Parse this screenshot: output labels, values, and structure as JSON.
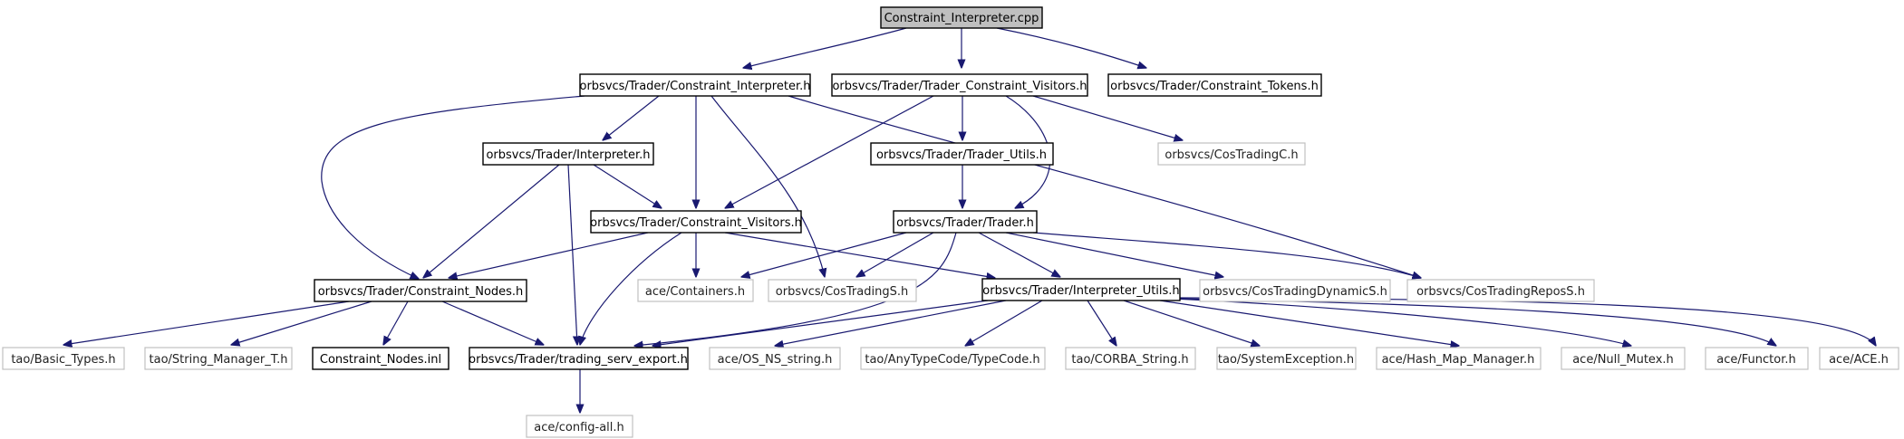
{
  "graph": {
    "colors": {
      "edge": "#191970",
      "node_border": "#000000",
      "external_border": "#c0c0c0",
      "root_fill": "#bfbfbf"
    },
    "nodes": {
      "root": "Constraint_Interpreter.cpp",
      "ci_h": "orbsvcs/Trader/Constraint_Interpreter.h",
      "tcv_h": "orbsvcs/Trader/Trader_Constraint_Visitors.h",
      "ct_h": "orbsvcs/Trader/Constraint_Tokens.h",
      "interp_h": "orbsvcs/Trader/Interpreter.h",
      "tu_h": "orbsvcs/Trader/Trader_Utils.h",
      "costradingc": "orbsvcs/CosTradingC.h",
      "cv_h": "orbsvcs/Trader/Constraint_Visitors.h",
      "trader_h": "orbsvcs/Trader/Trader.h",
      "cn_h": "orbsvcs/Trader/Constraint_Nodes.h",
      "containers": "ace/Containers.h",
      "costradings": "orbsvcs/CosTradingS.h",
      "iu_h": "orbsvcs/Trader/Interpreter_Utils.h",
      "ctdyn": "orbsvcs/CosTradingDynamicS.h",
      "ctrepos": "orbsvcs/CosTradingReposS.h",
      "basic_types": "tao/Basic_Types.h",
      "strmgr": "tao/String_Manager_T.h",
      "cn_inl": "Constraint_Nodes.inl",
      "tse_h": "orbsvcs/Trader/trading_serv_export.h",
      "osns": "ace/OS_NS_string.h",
      "typecode": "tao/AnyTypeCode/TypeCode.h",
      "corbastr": "tao/CORBA_String.h",
      "sysexc": "tao/SystemException.h",
      "hashmap": "ace/Hash_Map_Manager.h",
      "nullmutex": "ace/Null_Mutex.h",
      "functor": "ace/Functor.h",
      "ace_h": "ace/ACE.h",
      "configall": "ace/config-all.h"
    }
  }
}
